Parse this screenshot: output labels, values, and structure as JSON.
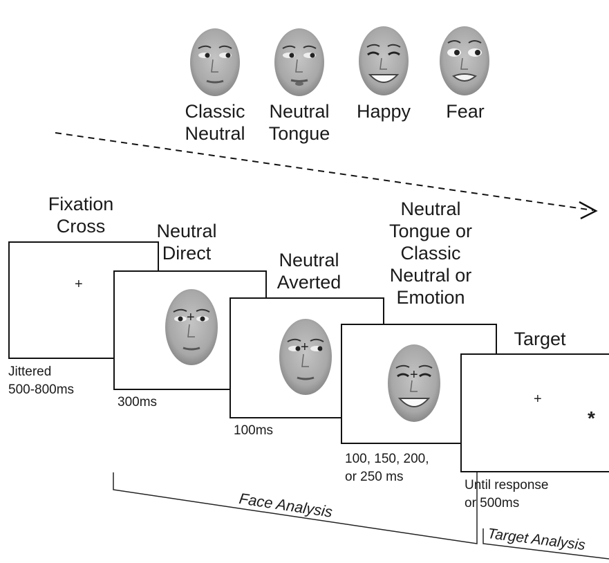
{
  "stimuli": [
    {
      "id": "classic-neutral",
      "label_lines": [
        "Classic",
        "Neutral"
      ],
      "expression": "neutral"
    },
    {
      "id": "neutral-tongue",
      "label_lines": [
        "Neutral",
        "Tongue"
      ],
      "expression": "tongue"
    },
    {
      "id": "happy",
      "label_lines": [
        "Happy"
      ],
      "expression": "happy"
    },
    {
      "id": "fear",
      "label_lines": [
        "Fear"
      ],
      "expression": "fear"
    }
  ],
  "frames": [
    {
      "id": "fixation",
      "title_lines": [
        "Fixation",
        "Cross"
      ],
      "duration_lines": [
        "Jittered",
        "500-800ms"
      ],
      "fixation_mark": "+"
    },
    {
      "id": "neutral-direct",
      "title_lines": [
        "Neutral",
        "Direct"
      ],
      "duration_lines": [
        "300ms"
      ],
      "fixation_mark": "+"
    },
    {
      "id": "neutral-averted",
      "title_lines": [
        "Neutral",
        "Averted"
      ],
      "duration_lines": [
        "100ms"
      ],
      "fixation_mark": "+"
    },
    {
      "id": "emotion",
      "title_lines": [
        "Neutral",
        "Tongue or",
        "Classic",
        "Neutral or",
        "Emotion"
      ],
      "duration_lines": [
        "100, 150, 200,",
        "or 250 ms"
      ],
      "fixation_mark": "+"
    },
    {
      "id": "target",
      "title_lines": [
        "Target"
      ],
      "duration_lines": [
        "Until response",
        "or 500ms"
      ],
      "fixation_mark": "+",
      "target_mark": "*"
    }
  ],
  "phases": {
    "face_analysis": "Face Analysis",
    "target_analysis": "Target Analysis"
  },
  "colors": {
    "line": "#111111",
    "face_light": "#b8b8b8",
    "face_dark": "#7a7a7a"
  }
}
